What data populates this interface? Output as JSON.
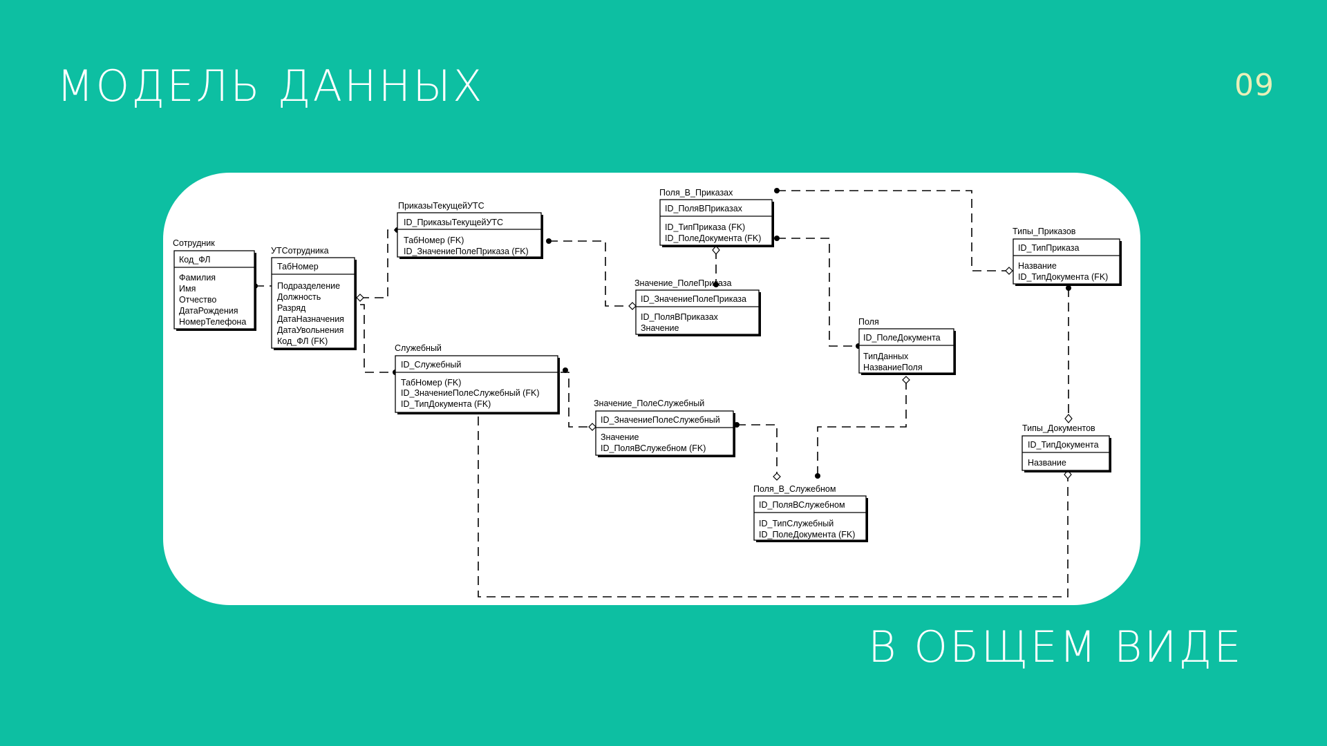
{
  "title": "МОДЕЛЬ ДАННЫХ",
  "page_number": "09",
  "subtitle": "В ОБЩЕМ ВИДЕ",
  "colors": {
    "background": "#0dbfa2",
    "panel": "#ffffff",
    "page_number": "#e8efb8"
  },
  "entities": {
    "sotrudnik": {
      "name": "Сотрудник",
      "key": "Код_ФЛ",
      "attrs": [
        "Фамилия",
        "Имя",
        "Отчество",
        "ДатаРождения",
        "НомерТелефона"
      ]
    },
    "utsotrudnika": {
      "name": "УТСотрудника",
      "key": "ТабНомер",
      "attrs": [
        "Подразделение",
        "Должность",
        "Разряд",
        "ДатаНазначения",
        "ДатаУвольнения",
        "Код_ФЛ (FK)"
      ]
    },
    "prikazy_tek_uts": {
      "name": "ПриказыТекущейУТС",
      "key": "ID_ПриказыТекущейУТС",
      "attrs": [
        "ТабНомер (FK)",
        "ID_ЗначениеПолеПриказа (FK)"
      ]
    },
    "sluzhebny": {
      "name": "Служебный",
      "key": "ID_Служебный",
      "attrs": [
        "ТабНомер (FK)",
        "ID_ЗначениеПолеСлужебный (FK)",
        "ID_ТипДокумента (FK)"
      ]
    },
    "polya_v_prikazah": {
      "name": "Поля_В_Приказах",
      "key": "ID_ПоляВПриказах",
      "attrs": [
        "ID_ТипПриказа (FK)",
        "ID_ПолеДокумента (FK)"
      ]
    },
    "znachenie_pole_prikaza": {
      "name": "Значение_ПолеПриказа",
      "key": "ID_ЗначениеПолеПриказа",
      "attrs": [
        "ID_ПоляВПриказах",
        "Значение"
      ]
    },
    "znachenie_pole_sluzhebny": {
      "name": "Значение_ПолеСлужебный",
      "key": "ID_ЗначениеПолеСлужебный",
      "attrs": [
        "Значение",
        "ID_ПоляВСлужебном (FK)"
      ]
    },
    "polya": {
      "name": "Поля",
      "key": "ID_ПолеДокумента",
      "attrs": [
        "ТипДанных",
        "НазваниеПоля"
      ]
    },
    "polya_v_sluzhebnom": {
      "name": "Поля_В_Служебном",
      "key": "ID_ПоляВСлужебном",
      "attrs": [
        "ID_ТипСлужебный",
        "ID_ПолеДокумента (FK)"
      ]
    },
    "tipy_prikazov": {
      "name": "Типы_Приказов",
      "key": "ID_ТипПриказа",
      "attrs": [
        "Название",
        "ID_ТипДокумента (FK)"
      ]
    },
    "tipy_dokumentov": {
      "name": "Типы_Документов",
      "key": "ID_ТипДокумента",
      "attrs": [
        "Название"
      ]
    }
  }
}
